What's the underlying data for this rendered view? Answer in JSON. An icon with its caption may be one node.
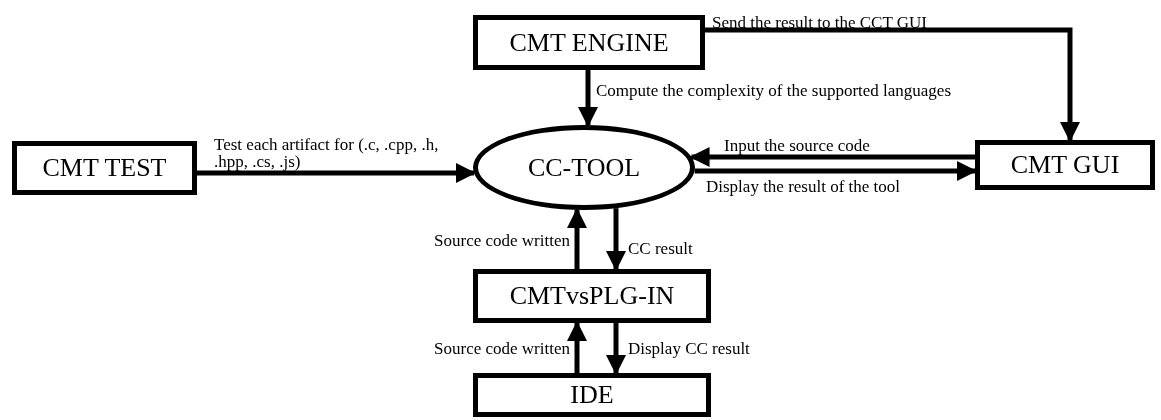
{
  "diagram": {
    "nodes": [
      {
        "text": [
          "CMT ENGINE"
        ]
      },
      {
        "text": [
          "CC-TOOL"
        ]
      },
      {
        "text": [
          "CMT TEST"
        ]
      },
      {
        "text": [
          "CMT GUI"
        ]
      },
      {
        "text": [
          "CMTvsPLG-IN"
        ]
      },
      {
        "text": [
          "IDE"
        ]
      }
    ],
    "edges": [
      {
        "from": 0,
        "to": 1,
        "arrow": "to",
        "label": "Compute the complexity of the supported languages"
      },
      {
        "from": 0,
        "to": 3,
        "arrow": "to",
        "label": "Send the result to the CCT GUI"
      },
      {
        "from": 2,
        "to": 1,
        "arrow": "to",
        "label": "Test each artifact for (.c, .cpp, .h, .hpp, .cs, .js)"
      },
      {
        "from": 3,
        "to": 1,
        "arrow": "to",
        "label": "Input the source code"
      },
      {
        "from": 1,
        "to": 3,
        "arrow": "to",
        "label": "Display the result of the tool"
      },
      {
        "from": 4,
        "to": 1,
        "arrow": "to",
        "label": "Source code written"
      },
      {
        "from": 1,
        "to": 4,
        "arrow": "to",
        "label": "CC result"
      },
      {
        "from": 5,
        "to": 4,
        "arrow": "to",
        "label": "Source code written"
      },
      {
        "from": 4,
        "to": 5,
        "arrow": "to",
        "label": "Display CC result"
      }
    ]
  }
}
